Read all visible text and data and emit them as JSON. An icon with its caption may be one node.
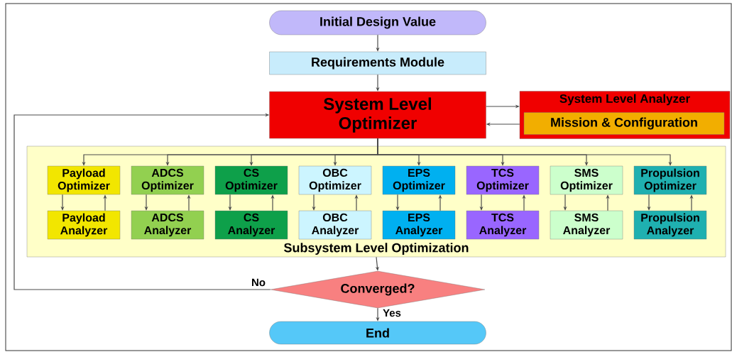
{
  "diagram": {
    "nodes": [
      {
        "text": [
          "Initial Design Value"
        ]
      },
      {
        "text": [
          "Requirements Module"
        ]
      },
      {
        "text": [
          "System Level Optimizer"
        ]
      },
      {
        "text": [
          "System Level Analyzer"
        ]
      },
      {
        "text": [
          "Mission & Configuration"
        ],
        "in": 3
      },
      {
        "text": [
          "Subsystem Level Optimization"
        ]
      },
      {
        "text": [
          "Payload Optimizer"
        ],
        "in": 5
      },
      {
        "text": [
          "ADCS Optimizer"
        ],
        "in": 5
      },
      {
        "text": [
          "CS Optimizer"
        ],
        "in": 5
      },
      {
        "text": [
          "OBC Optimizer"
        ],
        "in": 5
      },
      {
        "text": [
          "EPS Optimizer"
        ],
        "in": 5
      },
      {
        "text": [
          "TCS Optimizer"
        ],
        "in": 5
      },
      {
        "text": [
          "SMS Optimizer"
        ],
        "in": 5
      },
      {
        "text": [
          "Propulsion Optimizer"
        ],
        "in": 5
      },
      {
        "text": [
          "Payload Analyzer"
        ],
        "in": 5
      },
      {
        "text": [
          "ADCS Analyzer"
        ],
        "in": 5
      },
      {
        "text": [
          "CS Analyzer"
        ],
        "in": 5
      },
      {
        "text": [
          "OBC Analyzer"
        ],
        "in": 5
      },
      {
        "text": [
          "EPS Analyzer"
        ],
        "in": 5
      },
      {
        "text": [
          "TCS Analyzer"
        ],
        "in": 5
      },
      {
        "text": [
          "SMS Analyzer"
        ],
        "in": 5
      },
      {
        "text": [
          "Propulsion Analyzer"
        ],
        "in": 5
      },
      {
        "text": [
          "Converged?"
        ]
      },
      {
        "text": [
          "End"
        ]
      }
    ],
    "edges": [
      {
        "from": 0,
        "to": 1,
        "arrow": "to"
      },
      {
        "from": 1,
        "to": 2,
        "arrow": "to"
      },
      {
        "from": 2,
        "to": 3,
        "arrow": "to"
      },
      {
        "from": 3,
        "to": 2,
        "arrow": "to"
      },
      {
        "from": 2,
        "to": 6,
        "arrow": "to"
      },
      {
        "from": 2,
        "to": 7,
        "arrow": "to"
      },
      {
        "from": 2,
        "to": 8,
        "arrow": "to"
      },
      {
        "from": 2,
        "to": 9,
        "arrow": "to"
      },
      {
        "from": 2,
        "to": 10,
        "arrow": "to"
      },
      {
        "from": 2,
        "to": 11,
        "arrow": "to"
      },
      {
        "from": 2,
        "to": 12,
        "arrow": "to"
      },
      {
        "from": 2,
        "to": 13,
        "arrow": "to"
      },
      {
        "from": 6,
        "to": 14,
        "arrow": "to"
      },
      {
        "from": 14,
        "to": 6,
        "arrow": "to"
      },
      {
        "from": 7,
        "to": 15,
        "arrow": "to"
      },
      {
        "from": 15,
        "to": 7,
        "arrow": "to"
      },
      {
        "from": 8,
        "to": 16,
        "arrow": "to"
      },
      {
        "from": 16,
        "to": 8,
        "arrow": "to"
      },
      {
        "from": 9,
        "to": 17,
        "arrow": "to"
      },
      {
        "from": 17,
        "to": 9,
        "arrow": "to"
      },
      {
        "from": 10,
        "to": 18,
        "arrow": "to"
      },
      {
        "from": 18,
        "to": 10,
        "arrow": "to"
      },
      {
        "from": 11,
        "to": 19,
        "arrow": "to"
      },
      {
        "from": 19,
        "to": 11,
        "arrow": "to"
      },
      {
        "from": 12,
        "to": 20,
        "arrow": "to"
      },
      {
        "from": 20,
        "to": 12,
        "arrow": "to"
      },
      {
        "from": 13,
        "to": 21,
        "arrow": "to"
      },
      {
        "from": 21,
        "to": 13,
        "arrow": "to"
      },
      {
        "from": 5,
        "to": 22,
        "arrow": "to"
      },
      {
        "from": 22,
        "to": 2,
        "label": "No",
        "arrow": "to"
      },
      {
        "from": 22,
        "to": 23,
        "label": "Yes",
        "arrow": "to"
      }
    ]
  }
}
